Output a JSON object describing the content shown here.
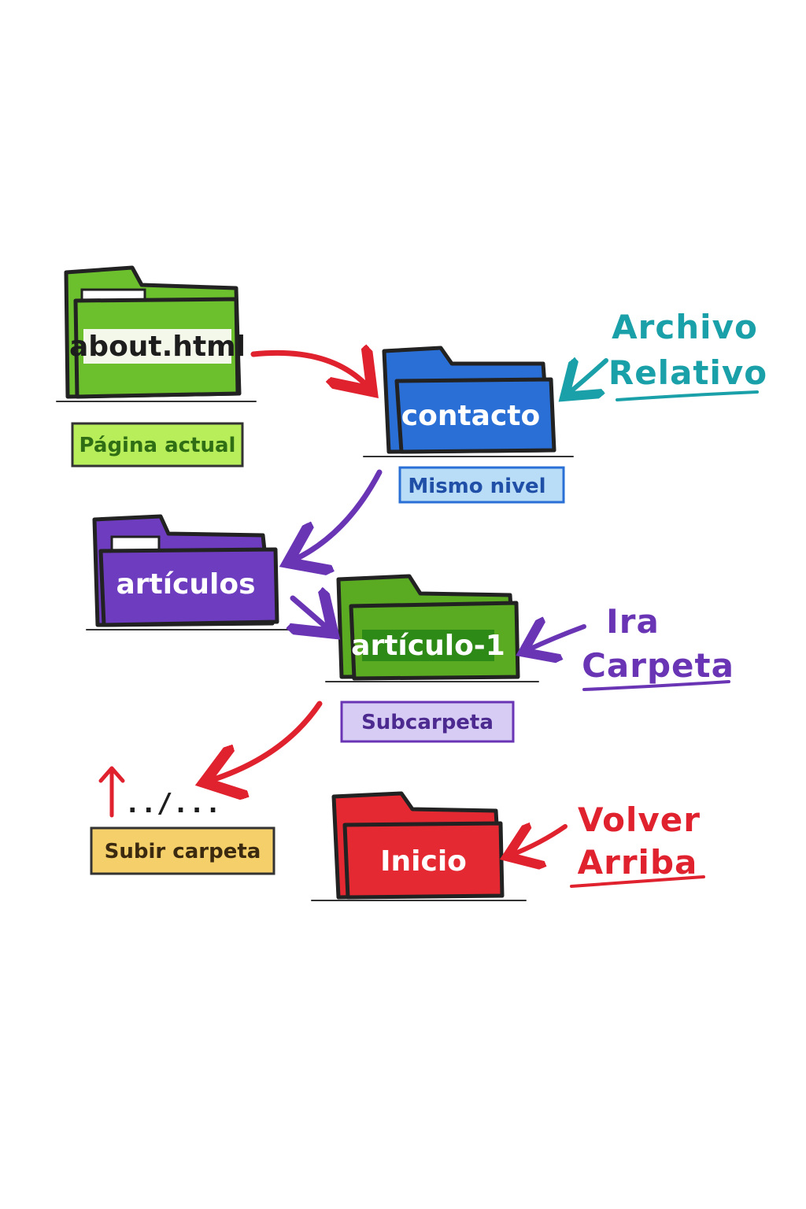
{
  "folders": {
    "about": {
      "label": "about.html",
      "tag": "Página actual",
      "color": "#6cc02e",
      "tag_color": "#b7ee5a"
    },
    "contacto": {
      "label": "contacto",
      "tag": "Mismo nivel",
      "color": "#2a6fd6",
      "tag_color": "#b9dcf7"
    },
    "articulos": {
      "label": "artículos",
      "color": "#6e3cbf"
    },
    "articulo1": {
      "label": "artículo-1",
      "tag": "Subcarpeta",
      "color": "#5aaa22",
      "tag_color": "#d7ccf4"
    },
    "inicio": {
      "label": "Inicio",
      "color": "#e52932"
    }
  },
  "parent_path": {
    "text": "../...",
    "tag": "Subir carpeta",
    "tag_color": "#f4cf6a"
  },
  "notes": {
    "archivo_relativo": {
      "line1": "Archivo",
      "line2": "Relativo",
      "color": "#1aa0a8"
    },
    "ir_a_carpeta": {
      "line1": "Ira",
      "line2": "Carpeta",
      "color": "#6a35b5"
    },
    "volver_arriba": {
      "line1": "Volver",
      "line2": "Arriba",
      "color": "#e0212e"
    }
  },
  "arrow_colors": {
    "red": "#e0212e",
    "purple": "#6a35b5",
    "teal": "#1aa0a8"
  }
}
